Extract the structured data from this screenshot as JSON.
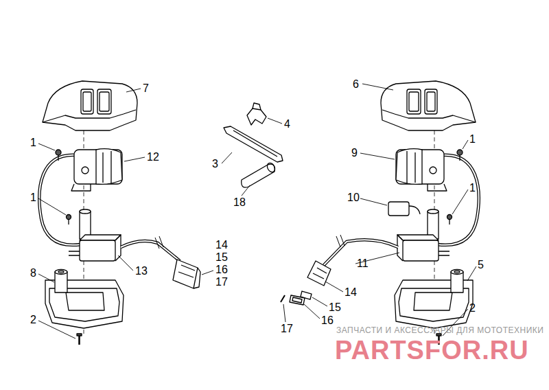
{
  "diagram": {
    "labels": [
      "7",
      "6",
      "1",
      "12",
      "4",
      "9",
      "1",
      "3",
      "1",
      "10",
      "1",
      "18",
      "14",
      "15",
      "16",
      "17",
      "13",
      "11",
      "8",
      "5",
      "14",
      "15",
      "16",
      "17",
      "2",
      "2",
      "ЗАПЧАСТИ И АКСЕССУАРЫ ДЛЯ МОТОТЕХНИКИ",
      "PARTSFOR.RU"
    ]
  }
}
